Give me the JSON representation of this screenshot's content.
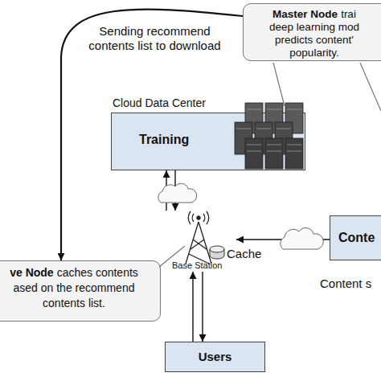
{
  "diagram": {
    "nodes": [
      {
        "text": [
          "Master Node",
          "trai deep learning mod predicts content' popularity."
        ]
      },
      {
        "text": [
          "Cloud Data Center",
          "Training"
        ]
      },
      {
        "text": [
          "ve Node",
          "caches contents ased on the recommend contents list."
        ]
      },
      {
        "text": [
          "Cache",
          "Base Station"
        ]
      },
      {
        "text": [
          "Conte",
          "Content s"
        ]
      },
      {
        "text": [
          "Users"
        ]
      }
    ],
    "edges": [
      {
        "from": 0,
        "to": 2,
        "arrow": "to",
        "label": "Sending recommend contents list to download"
      },
      {
        "from": 1,
        "to": 3,
        "arrow": "to"
      },
      {
        "from": 3,
        "to": 1,
        "arrow": "to"
      },
      {
        "from": 4,
        "to": 3,
        "arrow": "to"
      },
      {
        "from": 3,
        "to": 5,
        "arrow": "to"
      },
      {
        "from": 5,
        "to": 3,
        "arrow": "to"
      }
    ]
  }
}
